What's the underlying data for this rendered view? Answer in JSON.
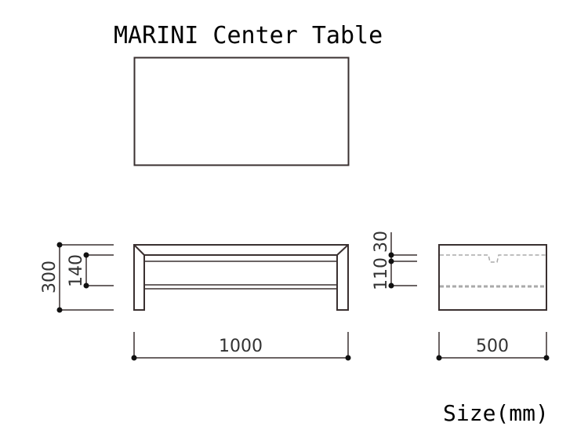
{
  "title": "MARINI Center Table",
  "unit_label": "Size(mm)",
  "dimensions": {
    "width": "1000",
    "depth": "500",
    "height": "300",
    "shelf_gap": "140",
    "top_thickness": "30",
    "side_shelf_gap": "110"
  },
  "colors": {
    "line": "#3a3030",
    "dashed": "#aaaaaa",
    "dot": "#111111"
  }
}
